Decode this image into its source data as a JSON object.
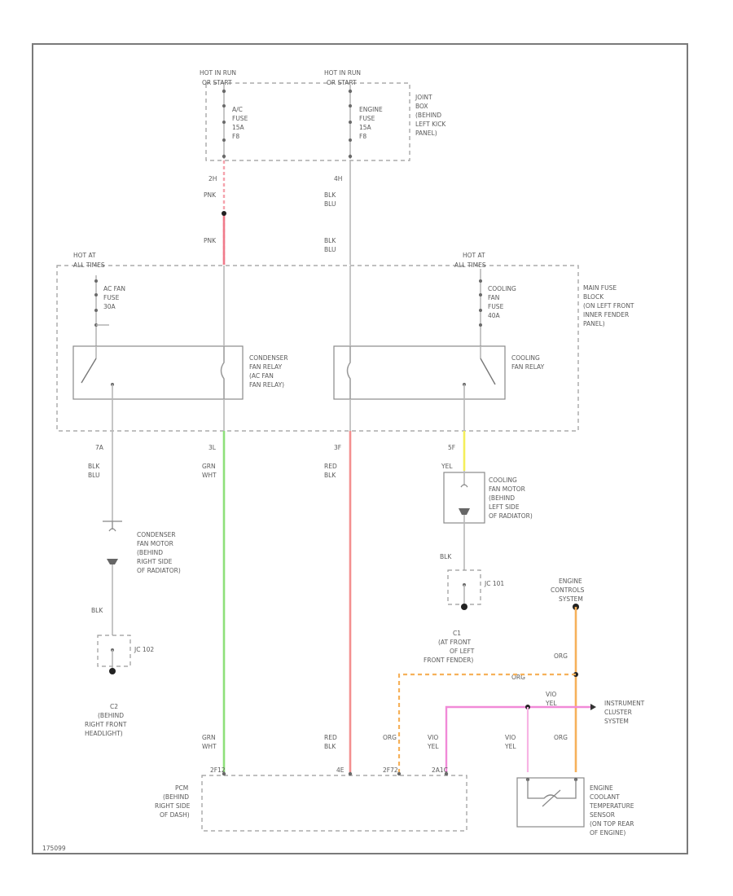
{
  "hot_labels": {
    "hot_run_1": [
      "HOT IN RUN",
      "OR START"
    ],
    "hot_run_2": [
      "HOT IN RUN",
      "OR START"
    ],
    "hot_all_1": [
      "HOT AT",
      "ALL TIMES"
    ],
    "hot_all_2": [
      "HOT AT",
      "ALL TIMES"
    ]
  },
  "fuses": {
    "ac_fuse": [
      "A/C",
      "FUSE",
      "15A",
      "F8"
    ],
    "engine_fuse": [
      "ENGINE",
      "FUSE",
      "15A",
      "F8"
    ],
    "ac_fan_fuse": [
      "AC FAN",
      "FUSE",
      "30A"
    ],
    "cooling_fan_fuse": [
      "COOLING",
      "FAN",
      "FUSE",
      "40A"
    ]
  },
  "junction_box": [
    "JOINT",
    "BOX",
    "(BEHIND",
    "LEFT KICK",
    "PANEL)"
  ],
  "main_fuse_block": [
    "MAIN FUSE",
    "BLOCK",
    "(ON LEFT FRONT",
    "INNER FENDER",
    "PANEL)"
  ],
  "relays": {
    "condenser": [
      "CONDENSER",
      "FAN RELAY",
      "(AC FAN",
      "FAN RELAY)"
    ],
    "cooling": [
      "COOLING",
      "FAN RELAY"
    ]
  },
  "wire_labels": {
    "w1_pin": "2H",
    "w1_color_a": "PNK",
    "w1_color_b": "PNK",
    "w2_pin": "4H",
    "w2_color_a": [
      "BLK",
      "BLU"
    ],
    "w2_color_b": [
      "BLK",
      "BLU"
    ],
    "w3_pin": "7A",
    "w3_color": [
      "BLK",
      "BLU"
    ],
    "w4_pin": "3L",
    "w4_color": [
      "GRN",
      "WHT"
    ],
    "w5_pin": "3F",
    "w5_color": [
      "RED",
      "BLK"
    ],
    "w6_pin": "5F",
    "w6_color": "YEL",
    "blk_1": "BLK",
    "blk_2": "BLK",
    "grn_wht_bottom": [
      "GRN",
      "WHT"
    ],
    "red_blk_bottom": [
      "RED",
      "BLK"
    ],
    "org_1": "ORG",
    "org_2": "ORG",
    "org_3": "ORG",
    "org_4": "ORG",
    "vio_yel_1": [
      "VIO",
      "YEL"
    ],
    "vio_yel_2": [
      "VIO",
      "YEL"
    ],
    "vio_yel_3": [
      "VIO",
      "YEL"
    ]
  },
  "components": {
    "condenser_motor": [
      "CONDENSER",
      "FAN MOTOR",
      "(BEHIND",
      "RIGHT SIDE",
      "OF RADIATOR)"
    ],
    "cooling_motor": [
      "COOLING",
      "FAN MOTOR",
      "(BEHIND",
      "LEFT SIDE",
      "OF RADIATOR)"
    ],
    "jc_102": "JC 102",
    "jc_101": "JC 101",
    "ground_c2": [
      "C2",
      "(BEHIND",
      "RIGHT FRONT",
      "HEADLIGHT)"
    ],
    "ecs": [
      "ENGINE",
      "CONTROLS",
      "SYSTEM"
    ],
    "ground_c1": [
      "C1",
      "(AT FRONT",
      "OF LEFT",
      "FRONT FENDER)"
    ],
    "instrument_cluster": [
      "INSTRUMENT",
      "CLUSTER",
      "SYSTEM"
    ],
    "pcm": [
      "PCM",
      "(BEHIND",
      "RIGHT SIDE",
      "OF DASH)"
    ],
    "ect_sensor": [
      "ENGINE",
      "COOLANT",
      "TEMPERATURE",
      "SENSOR",
      "(ON TOP REAR",
      "OF ENGINE)"
    ],
    "pcm_pins": [
      "2F12",
      "4E",
      "2F72",
      "2A1C"
    ],
    "figure_id": "175099"
  }
}
